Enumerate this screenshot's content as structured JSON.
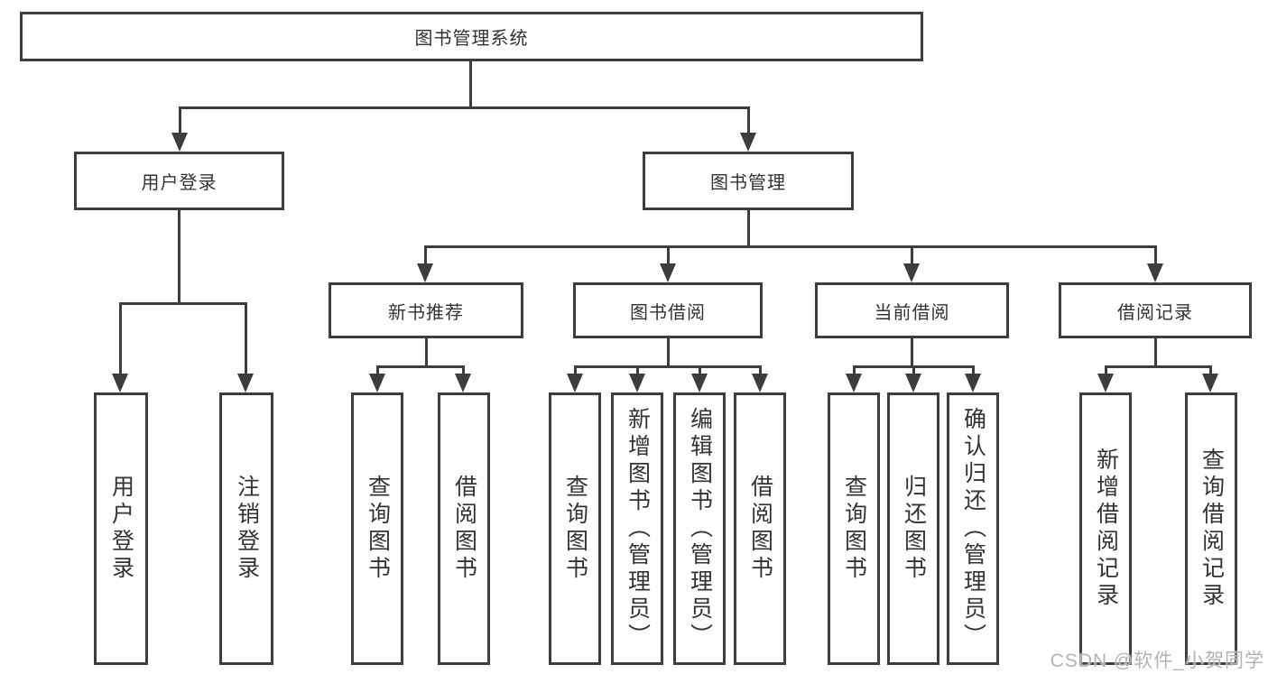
{
  "diagram": {
    "title": "图书管理系统",
    "level2": {
      "user_login": "用户登录",
      "book_mgmt": "图书管理"
    },
    "level3": {
      "new_book_rec": "新书推荐",
      "book_borrow": "图书借阅",
      "current_borrow": "当前借阅",
      "borrow_records": "借阅记录"
    },
    "leaves": {
      "user_login": "用户登录",
      "logout": "注销登录",
      "query_book_rec": "查询图书",
      "borrow_book_rec": "借阅图书",
      "query_book_borrow": "查询图书",
      "add_book_admin": "新增图书（管理员）",
      "edit_book_admin": "编辑图书（管理员）",
      "borrow_book_borrow": "借阅图书",
      "query_book_current": "查询图书",
      "return_book": "归还图书",
      "confirm_return_admin": "确认归还（管理员）",
      "add_borrow_record": "新增借阅记录",
      "query_borrow_record": "查询借阅记录"
    }
  },
  "watermark": "CSDN @软件_小贺同学",
  "colors": {
    "line": "#3d3d3d",
    "text": "#333333",
    "watermark": "#b3b3b3",
    "background": "#ffffff"
  }
}
